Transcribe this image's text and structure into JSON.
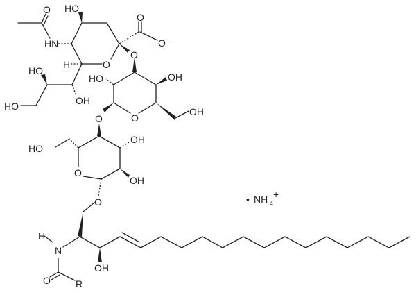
{
  "diagram": {
    "type": "chemical-structure",
    "description": "Ganglioside GM3 (ammonium salt) skeletal structure",
    "colors": {
      "ink": "#231f20",
      "background": "#ffffff"
    },
    "labels": {
      "acetyl_o": "O",
      "nh": "HN",
      "ho_c4": "HO",
      "carboxyl_o": "O",
      "carboxylate_o": "O",
      "carboxylate_charge": "-",
      "glyco_o1": "O",
      "ring_o_sia": "O",
      "h_c6": "H",
      "ho_c8": "HO",
      "oh_c7": "OH",
      "ho_c9": "HO",
      "gal_ho_c2": "HO",
      "gal_oh_c4": "OH",
      "gal_oh_c6": "OH",
      "gal_ring_o": "O",
      "glyco_o2": "O",
      "glc_ho_c6": "HO",
      "glc_oh_c3": "OH",
      "glc_oh_c2": "OH",
      "glc_ring_o": "O",
      "glyco_o3": "O",
      "cer_h": "H",
      "cer_n": "N",
      "cer_oh": "OH",
      "amide_o": "O",
      "amide_r": "R",
      "counterion_dot": "•",
      "counterion": "NH",
      "counterion_sub": "4",
      "counterion_charge": "+"
    }
  }
}
